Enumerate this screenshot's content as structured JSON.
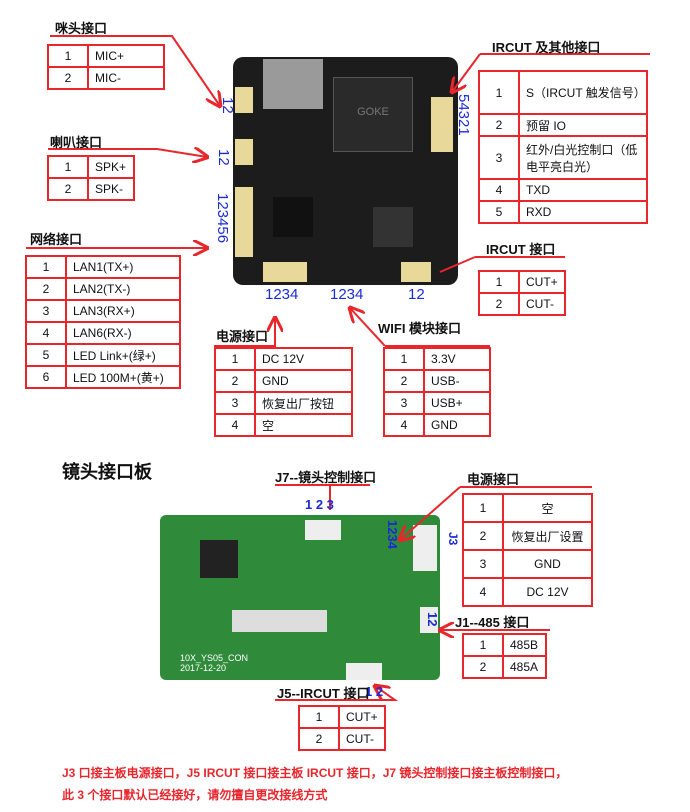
{
  "mic": {
    "title": "咪头接口",
    "rows": [
      [
        "1",
        "MIC+"
      ],
      [
        "2",
        "MIC-"
      ]
    ]
  },
  "spk": {
    "title": "喇叭接口",
    "rows": [
      [
        "1",
        "SPK+"
      ],
      [
        "2",
        "SPK-"
      ]
    ]
  },
  "lan": {
    "title": "网络接口",
    "rows": [
      [
        "1",
        "LAN1(TX+)"
      ],
      [
        "2",
        "LAN2(TX-)"
      ],
      [
        "3",
        "LAN3(RX+)"
      ],
      [
        "4",
        "LAN6(RX-)"
      ],
      [
        "5",
        "LED Link+(绿+)"
      ],
      [
        "6",
        "LED 100M+(黄+)"
      ]
    ]
  },
  "ircut_other": {
    "title": "IRCUT 及其他接口",
    "rows": [
      [
        "1",
        "S（IRCUT 触发信号）"
      ],
      [
        "2",
        "预留 IO"
      ],
      [
        "3",
        "红外/白光控制口（低电平亮白光）"
      ],
      [
        "4",
        "TXD"
      ],
      [
        "5",
        "RXD"
      ]
    ]
  },
  "ircut": {
    "title": "IRCUT 接口",
    "rows": [
      [
        "1",
        "CUT+"
      ],
      [
        "2",
        "CUT-"
      ]
    ]
  },
  "power": {
    "title": "电源接口",
    "rows": [
      [
        "1",
        "DC 12V"
      ],
      [
        "2",
        "GND"
      ],
      [
        "3",
        "恢复出厂按钮"
      ],
      [
        "4",
        "空"
      ]
    ]
  },
  "wifi": {
    "title": "WIFI 模块接口",
    "rows": [
      [
        "1",
        "3.3V"
      ],
      [
        "2",
        "USB-"
      ],
      [
        "3",
        "USB+"
      ],
      [
        "4",
        "GND"
      ]
    ]
  },
  "lens_board": {
    "title": "镜头接口板"
  },
  "j7": {
    "title": "J7--镜头控制接口"
  },
  "lens_power": {
    "title": "电源接口",
    "rows": [
      [
        "1",
        "空"
      ],
      [
        "2",
        "恢复出厂设置"
      ],
      [
        "3",
        "GND"
      ],
      [
        "4",
        "DC 12V"
      ]
    ]
  },
  "j1": {
    "title": "J1--485 接口",
    "rows": [
      [
        "1",
        "485B"
      ],
      [
        "2",
        "485A"
      ]
    ]
  },
  "j5": {
    "title": "J5--IRCUT 接口",
    "rows": [
      [
        "1",
        "CUT+"
      ],
      [
        "2",
        "CUT-"
      ]
    ]
  },
  "pins": {
    "mic": "12",
    "spk": "12",
    "lan": "123456",
    "ircut_other": "54321",
    "power": "1234",
    "wifi": "1234",
    "ircut": "12",
    "j7": "1 2 3",
    "lens_power": "1234",
    "j3": "J3",
    "j1": "12",
    "j5": "1 2"
  },
  "board_text": {
    "chip": "GOKE",
    "lens_silk": "10X_YS05_CON 2017-12-20"
  },
  "note": [
    "J3 口接主板电源接口，J5 IRCUT 接口接主板 IRCUT 接口，J7 镜头控制接口接主板控制接口，",
    "此 3 个接口默认已经接好，请勿擅自更改接线方式"
  ]
}
